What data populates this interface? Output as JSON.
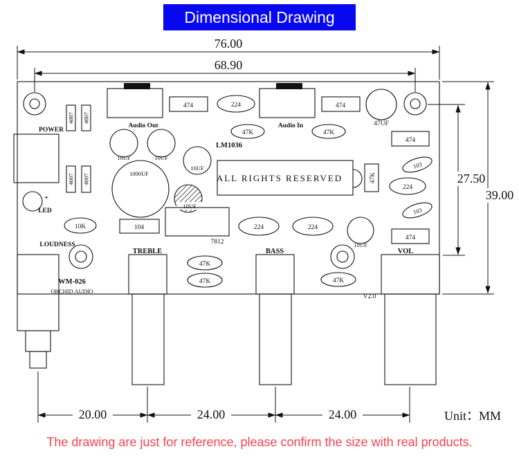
{
  "header": {
    "title": "Dimensional Drawing",
    "bg_color": "#0707f0",
    "text_color": "#ffffff"
  },
  "dimensions": {
    "total_width": "76.00",
    "hole_spacing": "68.90",
    "hole_to_pot_height": "27.50",
    "total_height": "39.00",
    "pot_gap_left": "20.00",
    "pot_gap_mid": "24.00",
    "pot_gap_right": "24.00"
  },
  "board": {
    "power": "POWER",
    "audio_out": "Audio Out",
    "audio_in": "Audio In",
    "ic_name": "LM1036",
    "ic_text": "ALL RIGHTS RESERVED",
    "regulator": "7812",
    "led_plus": "+",
    "led": "LED",
    "loudness": "LOUDNESS",
    "treble": "TREBLE",
    "bass": "BASS",
    "vol": "VOL",
    "model": "WM-026",
    "brand": "ORCHID AUDIO",
    "version": "V2.0"
  },
  "values": {
    "v474": "474",
    "v224": "224",
    "v47k": "47K",
    "v4007": "4007",
    "v47uf": "47UF",
    "v10uf": "10UF",
    "v1000uf": "1000UF",
    "v103": "103",
    "v10k": "10K",
    "v104": "104"
  },
  "footer": {
    "unit": "Unit：MM",
    "disclaimer": "The drawing are just for reference, please confirm the size with real products.",
    "disclaimer_color": "#fb4250"
  }
}
